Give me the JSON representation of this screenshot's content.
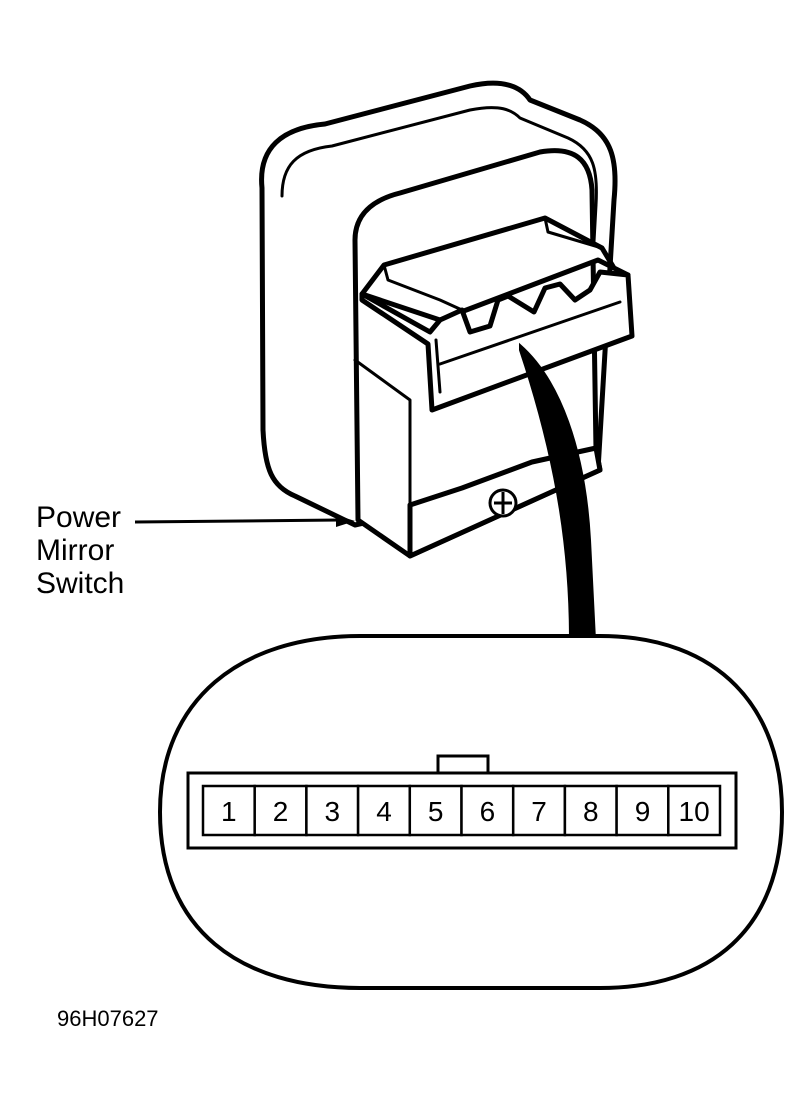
{
  "callout": {
    "label_lines": [
      "Power",
      "Mirror",
      "Switch"
    ]
  },
  "connector": {
    "pins": [
      "1",
      "2",
      "3",
      "4",
      "5",
      "6",
      "7",
      "8",
      "9",
      "10"
    ]
  },
  "figure_id": "96H07627"
}
